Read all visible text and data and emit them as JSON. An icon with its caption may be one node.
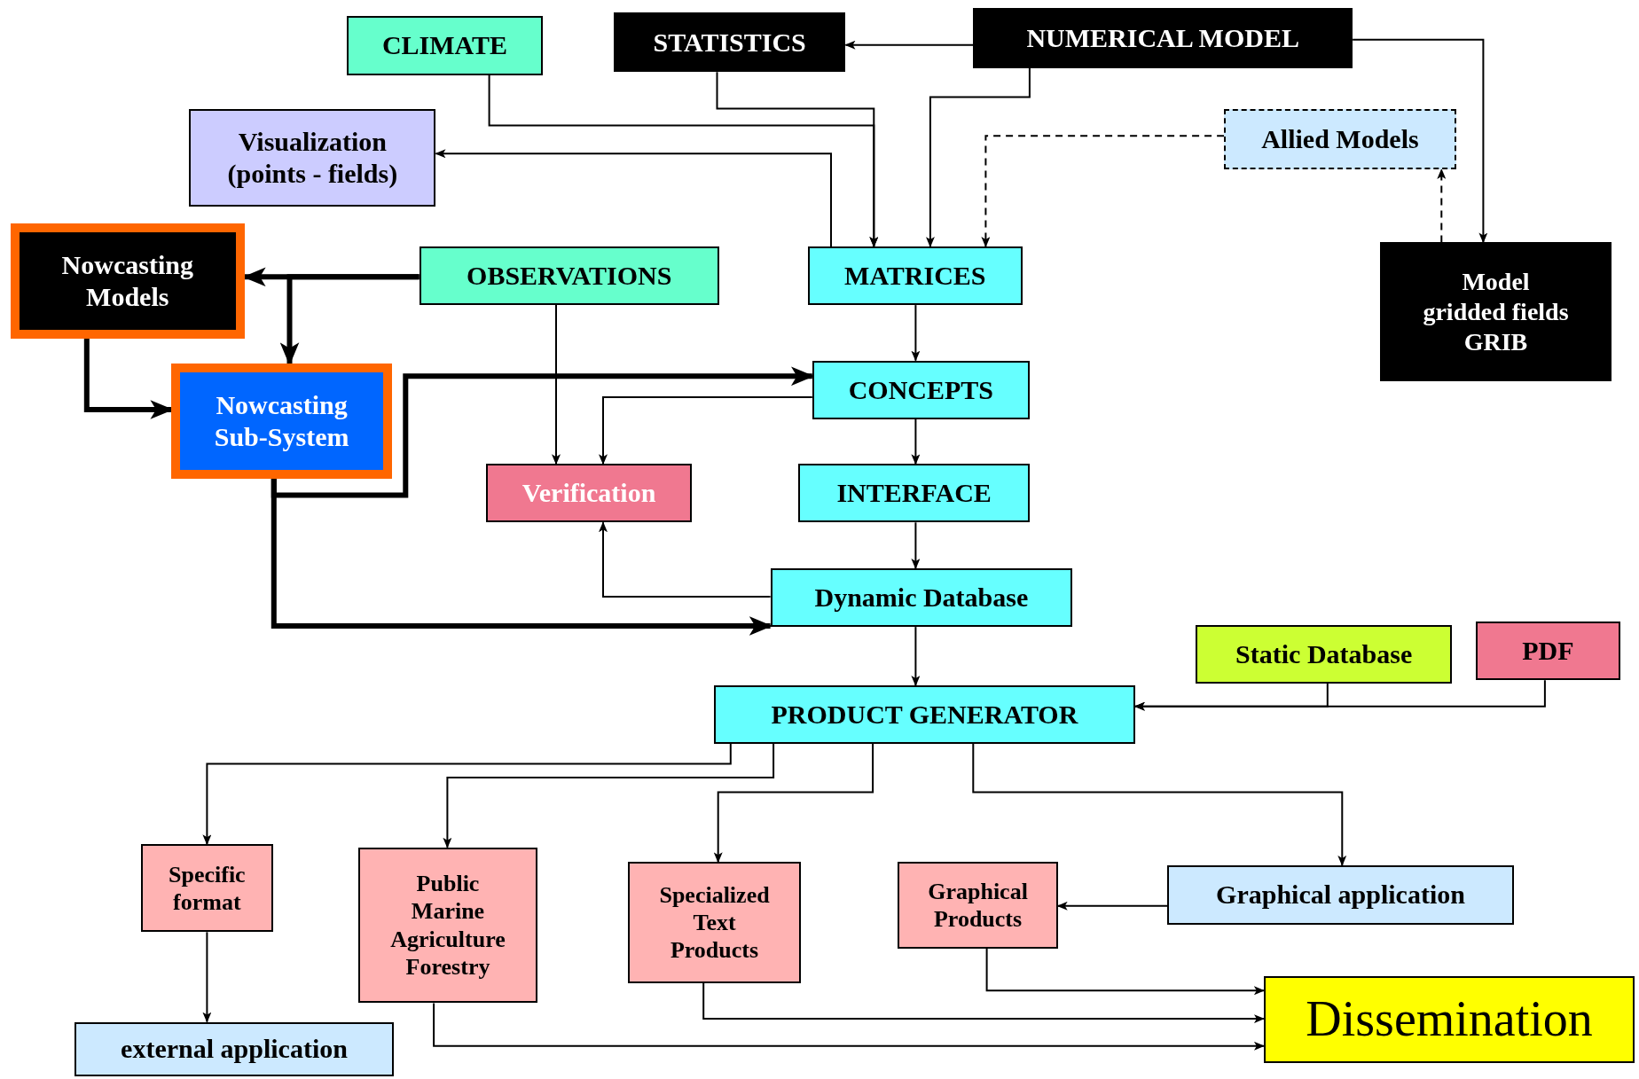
{
  "diagram": {
    "nodes": [
      {
        "text": [
          "CLIMATE"
        ]
      },
      {
        "text": [
          "STATISTICS"
        ]
      },
      {
        "text": [
          "NUMERICAL MODEL"
        ]
      },
      {
        "text": [
          "Visualization (points - fields)"
        ]
      },
      {
        "text": [
          "Allied Models"
        ]
      },
      {
        "text": [
          "Nowcasting Models"
        ]
      },
      {
        "text": [
          "OBSERVATIONS"
        ]
      },
      {
        "text": [
          "MATRICES"
        ]
      },
      {
        "text": [
          "Model gridded fields GRIB"
        ]
      },
      {
        "text": [
          "Nowcasting Sub-System"
        ]
      },
      {
        "text": [
          "CONCEPTS"
        ]
      },
      {
        "text": [
          "Verification"
        ]
      },
      {
        "text": [
          "INTERFACE"
        ]
      },
      {
        "text": [
          "Dynamic Database"
        ]
      },
      {
        "text": [
          "Static Database"
        ]
      },
      {
        "text": [
          "PDF"
        ]
      },
      {
        "text": [
          "PRODUCT GENERATOR"
        ]
      },
      {
        "text": [
          "Specific format"
        ]
      },
      {
        "text": [
          "Public Marine Agriculture Forestry"
        ]
      },
      {
        "text": [
          "Specialized Text Products"
        ]
      },
      {
        "text": [
          "Graphical Products"
        ]
      },
      {
        "text": [
          "Graphical application"
        ]
      },
      {
        "text": [
          "external application"
        ]
      },
      {
        "text": [
          "Dissemination"
        ]
      }
    ],
    "edges": [
      {
        "from": 2,
        "to": 1,
        "arrow": "to"
      },
      {
        "from": 2,
        "to": 7,
        "arrow": "to"
      },
      {
        "from": 2,
        "to": 8,
        "arrow": "to"
      },
      {
        "from": 1,
        "to": 7,
        "arrow": "to"
      },
      {
        "from": 0,
        "to": 7,
        "arrow": "to"
      },
      {
        "from": 7,
        "to": 3,
        "arrow": "to"
      },
      {
        "from": 4,
        "to": 7,
        "arrow": "to",
        "style": "dashed"
      },
      {
        "from": 8,
        "to": 4,
        "arrow": "to",
        "style": "dashed"
      },
      {
        "from": 6,
        "to": 5,
        "arrow": "to",
        "style": "thick"
      },
      {
        "from": 6,
        "to": 9,
        "arrow": "to",
        "style": "thick"
      },
      {
        "from": 6,
        "to": 11,
        "arrow": "to"
      },
      {
        "from": 5,
        "to": 9,
        "arrow": "to",
        "style": "thick"
      },
      {
        "from": 9,
        "to": 10,
        "arrow": "to",
        "style": "thick"
      },
      {
        "from": 9,
        "to": 13,
        "arrow": "to",
        "style": "thick"
      },
      {
        "from": 7,
        "to": 10,
        "arrow": "to"
      },
      {
        "from": 10,
        "to": 11,
        "arrow": "to"
      },
      {
        "from": 10,
        "to": 12,
        "arrow": "to"
      },
      {
        "from": 12,
        "to": 13,
        "arrow": "to"
      },
      {
        "from": 13,
        "to": 11,
        "arrow": "to"
      },
      {
        "from": 13,
        "to": 16,
        "arrow": "to"
      },
      {
        "from": 14,
        "to": 16,
        "arrow": "to"
      },
      {
        "from": 15,
        "to": 16,
        "arrow": "to"
      },
      {
        "from": 16,
        "to": 17,
        "arrow": "to"
      },
      {
        "from": 16,
        "to": 18,
        "arrow": "to"
      },
      {
        "from": 16,
        "to": 19,
        "arrow": "to"
      },
      {
        "from": 16,
        "to": 21,
        "arrow": "to"
      },
      {
        "from": 21,
        "to": 20,
        "arrow": "to"
      },
      {
        "from": 17,
        "to": 22,
        "arrow": "to"
      },
      {
        "from": 20,
        "to": 23,
        "arrow": "to"
      },
      {
        "from": 19,
        "to": 23,
        "arrow": "to"
      },
      {
        "from": 18,
        "to": 23,
        "arrow": "to"
      }
    ]
  }
}
